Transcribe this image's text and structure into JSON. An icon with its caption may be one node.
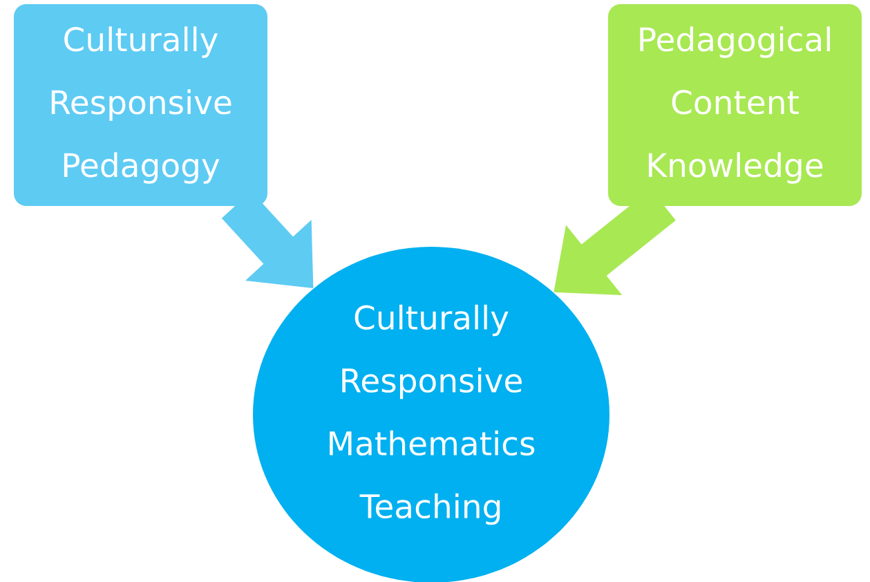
{
  "diagram": {
    "nodes": [
      {
        "text": [
          "Culturally Responsive Pedagogy"
        ]
      },
      {
        "text": [
          "Pedagogical Content Knowledge"
        ]
      },
      {
        "text": [
          "Culturally Responsive Mathematics Teaching"
        ]
      }
    ],
    "edges": [
      {
        "from": 0,
        "to": 2,
        "arrow": "to",
        "color": "#5ecbf3"
      },
      {
        "from": 1,
        "to": 2,
        "arrow": "to",
        "color": "#a8e853"
      }
    ]
  }
}
